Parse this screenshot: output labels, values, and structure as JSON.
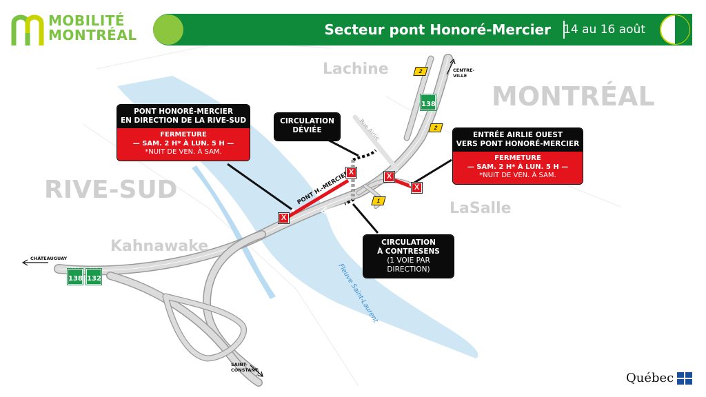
{
  "header": {
    "logo_line1": "MOBILITÉ",
    "logo_line2": "MONTRÉAL",
    "title": "Secteur pont Honoré-Mercier",
    "dates": "14 au 16 août"
  },
  "places": {
    "lachine": "Lachine",
    "montreal": "MONTRÉAL",
    "rive_sud": "RIVE-SUD",
    "kahnawake": "Kahnawake",
    "lasalle": "LaSalle",
    "fleuve": "Fleuve Saint-Laurent",
    "rue_airlie": "Rue Airlie",
    "pont_label": "PONT H.-MERCIER"
  },
  "callouts": {
    "pont_rive_sud": {
      "title_l1": "PONT HONORÉ-MERCIER",
      "title_l2": "EN DIRECTION DE LA RIVE-SUD",
      "fermeture": "FERMETURE",
      "hours": "— SAM. 2 H* À LUN. 5 H —",
      "note": "*NUIT DE VEN. À SAM."
    },
    "circulation_deviee": {
      "l1": "CIRCULATION",
      "l2": "DÉVIÉE"
    },
    "entree_airlie": {
      "title_l1": "ENTRÉE AIRLIE OUEST",
      "title_l2": "VERS PONT HONORÉ-MERCIER",
      "fermeture": "FERMETURE",
      "hours": "— SAM. 2 H* À LUN. 5 H —",
      "note": "*NUIT DE VEN. À SAM."
    },
    "contresens": {
      "l1": "CIRCULATION",
      "l2": "À CONTRESENS",
      "l3": "(1 VOIE PAR DIRECTION)"
    }
  },
  "directions": {
    "centre_ville_l1": "CENTRE-",
    "centre_ville_l2": "VILLE",
    "chateauguay": "CHÂTEAUGUAY",
    "saint_constant_l1": "SAINT-",
    "saint_constant_l2": "CONSTANT"
  },
  "shields": {
    "r138_north": "138",
    "r138_west": "138",
    "r132": "132",
    "exit_2_top": "2",
    "exit_2_mid": "2",
    "exit_1": "1"
  },
  "closure_mark": "X",
  "footer": {
    "quebec": "Québec"
  },
  "colors": {
    "brand_green": "#0f8a3a",
    "logo_green": "#7cc242",
    "closure_red": "#e3141b",
    "water_blue": "#cfe6f5",
    "road_gray": "#c8c8c8"
  }
}
